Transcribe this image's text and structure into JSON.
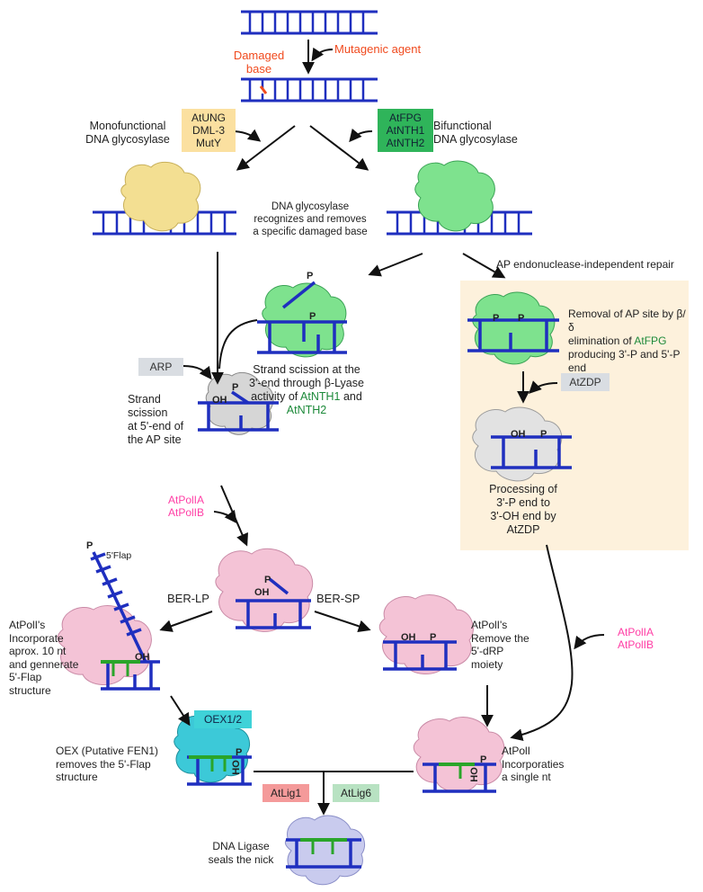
{
  "labels": {
    "mutagenic_agent": "Mutagenic agent",
    "damaged_base": "Damaged\nbase",
    "monofunctional": "Monofunctional\nDNA glycosylase",
    "bifunctional": "Bifunctional\nDNA glycosylase",
    "glycosylase_recognizes": "DNA glycosylase\nrecognizes and removes\na specific damaged base",
    "ap_independent": "AP endonuclease-independent repair",
    "strand_scission_3_a": "Strand scission at the\n3'-end through β-Lyase\nactivity of ",
    "strand_scission_3_b": "AtNTH1",
    "strand_scission_3_c": " and\n",
    "strand_scission_3_d": "AtNTH2",
    "removal_ap_a": "Removal of AP site by β/δ\nelimination of ",
    "removal_ap_b": "AtFPG",
    "removal_ap_c": "\nproducing 3'-P and 5'-P\nend",
    "strand_scission_5": "Strand\nscission\nat 5'-end of\nthe AP site",
    "processing": "Processing of\n3'-P end to\n3'-OH end by\nAtZDP",
    "ber_lp": "BER-LP",
    "ber_sp": "BER-SP",
    "flap_label": "5'Flap",
    "incorporate_10": "AtPolI's\nIncorporate\naprox. 10 nt\nand gennerate\n5'-Flap\nstructure",
    "remove_drp": "AtPolI's\nRemove the\n5'-dRP\nmoiety",
    "oex_removes": "OEX (Putative FEN1)\nremoves the 5'-Flap\nstructure",
    "incorporates_single": "AtPolI\nIncorporaties\na single nt",
    "ligase_seals": "DNA Ligase\nseals the nick",
    "p": "P",
    "oh": "OH",
    "ho": "HO"
  },
  "tags": {
    "mono_enzymes": "AtUNG\nDML-3\nMutY",
    "bi_enzymes": "AtFPG\nAtNTH1\nAtNTH2",
    "arp": "ARP",
    "atzdp": "AtZDP",
    "pol_left": "AtPolIA\nAtPolIB",
    "pol_right": "AtPolIA\nAtPolIB",
    "oex": "OEX1/2",
    "lig1": "AtLig1",
    "lig6": "AtLig6"
  },
  "colors": {
    "dna": "#1f2fbf",
    "damage": "#f04a1e",
    "new_strand": "#2aa52a",
    "protein_yellow": "#f3df92",
    "protein_green": "#7ee28e",
    "protein_gray": "#d6d6d6",
    "protein_pink": "#f4c3d6",
    "protein_cyan": "#3cc9d8",
    "protein_lavender": "#c9cbee",
    "panel": "#fdf1dc"
  }
}
